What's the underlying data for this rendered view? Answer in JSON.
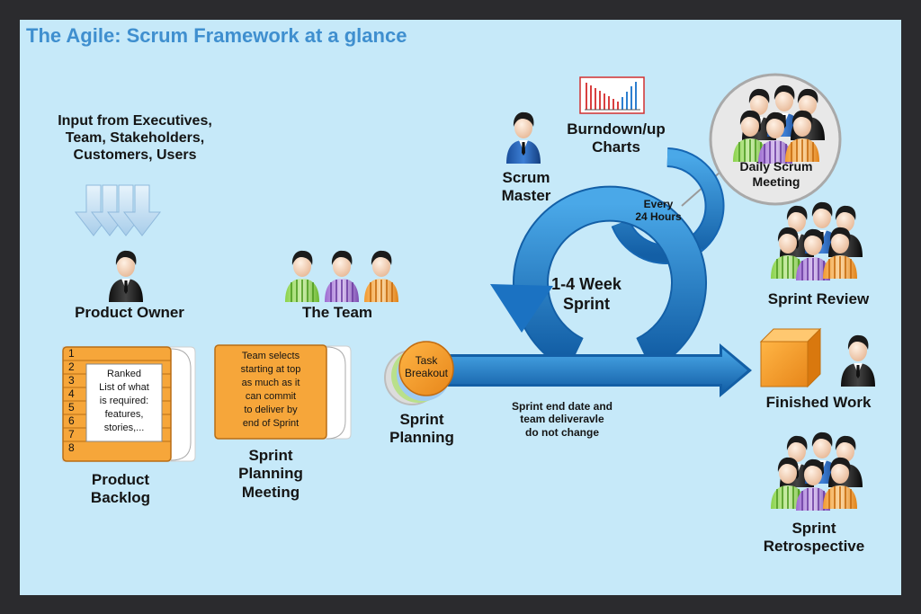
{
  "title": "The Agile: Scrum Framework at a glance",
  "input_text": "Input from Executives,\nTeam, Stakeholders,\nCustomers, Users",
  "product_owner": "Product Owner",
  "the_team": "The Team",
  "scrum_master": "Scrum\nMaster",
  "burndown": "Burndown/up\nCharts",
  "daily_scrum": "Daily Scrum\nMeeting",
  "every_24": "Every\n24 Hours",
  "sprint_cycle": "1-4 Week\nSprint",
  "sprint_review": "Sprint Review",
  "finished_work": "Finished Work",
  "sprint_retro": "Sprint\nRetrospective",
  "backlog": {
    "numbers": [
      "1",
      "2",
      "3",
      "4",
      "5",
      "6",
      "7",
      "8"
    ],
    "note": "Ranked\nList of what\nis required:\nfeatures,\nstories,...",
    "label": "Product\nBacklog"
  },
  "planning_meeting": {
    "note": "Team selects\nstarting at top\nas much as it\ncan commit\nto deliver by\nend of Sprint",
    "label": "Sprint\nPlanning\nMeeting"
  },
  "task_breakout": "Task\nBreakout",
  "sprint_planning": "Sprint\nPlanning",
  "sprint_end_note": "Sprint end date and\nteam deliveravle\ndo not change",
  "colors": {
    "background": "#c6e9f9",
    "title": "#3f8fcf",
    "orange": "#f6a63a",
    "arrow_blue": "#1f86d3"
  }
}
